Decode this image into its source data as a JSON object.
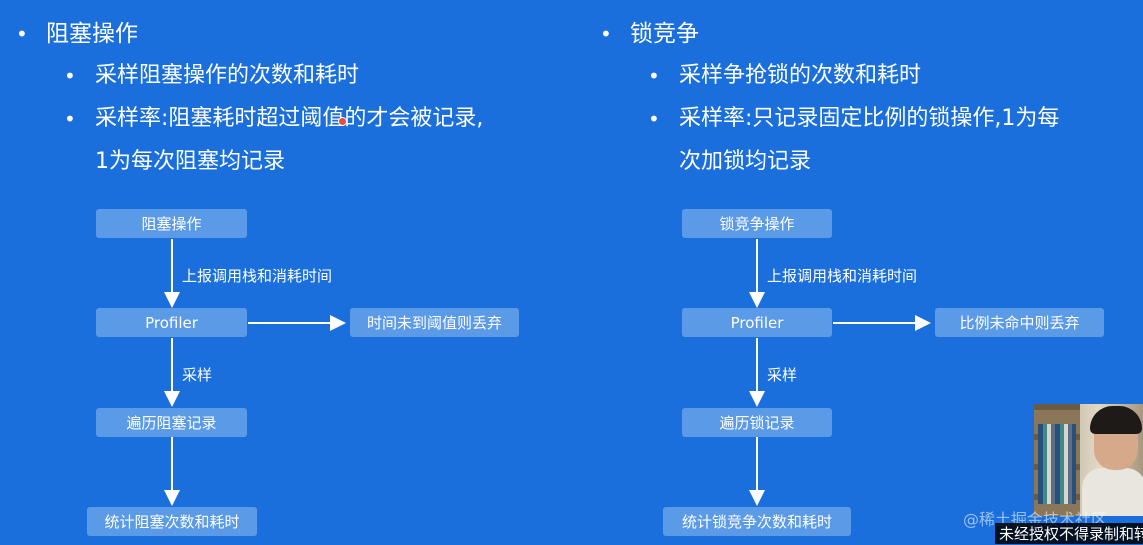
{
  "left": {
    "heading": "阻塞操作",
    "points": [
      "采样阻塞操作的次数和耗时",
      "采样率:阻塞耗时超过阈值的才会被记录,",
      "1为每次阻塞均记录"
    ],
    "diagram": {
      "node_start": "阻塞操作",
      "edge_report": "上报调用栈和消耗时间",
      "node_profiler": "Profiler",
      "node_discard": "时间未到阈值则丢弃",
      "edge_sample": "采样",
      "node_traverse": "遍历阻塞记录",
      "node_stats": "统计阻塞次数和耗时"
    }
  },
  "right": {
    "heading": "锁竞争",
    "points": [
      "采样争抢锁的次数和耗时",
      "采样率:只记录固定比例的锁操作,1为每",
      "次加锁均记录"
    ],
    "diagram": {
      "node_start": "锁竞争操作",
      "edge_report": "上报调用栈和消耗时间",
      "node_profiler": "Profiler",
      "node_discard": "比例未命中则丢弃",
      "edge_sample": "采样",
      "node_traverse": "遍历锁记录",
      "node_stats": "统计锁竞争次数和耗时"
    }
  },
  "bullet_char": "•",
  "watermark": "@稀土掘金技术社区",
  "notice": "未经授权不得录制和转",
  "colors": {
    "background": "#1a6fdc",
    "node": "#5b9ae6"
  }
}
